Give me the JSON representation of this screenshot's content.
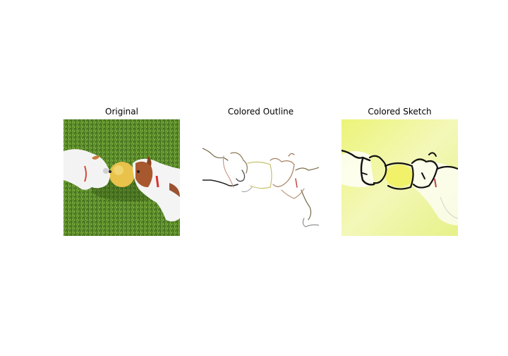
{
  "figure": {
    "panels": [
      {
        "title": "Original"
      },
      {
        "title": "Colored Outline"
      },
      {
        "title": "Colored Sketch"
      }
    ],
    "colors": {
      "grass_dark": "#3f6b1e",
      "grass_light": "#7fae3a",
      "ball": "#e8c24a",
      "dog_white": "#f2f2f2",
      "dog_brown": "#a0522d",
      "sketch_bg": "#eef59a",
      "outline_stroke": "#6b5a3a"
    }
  }
}
